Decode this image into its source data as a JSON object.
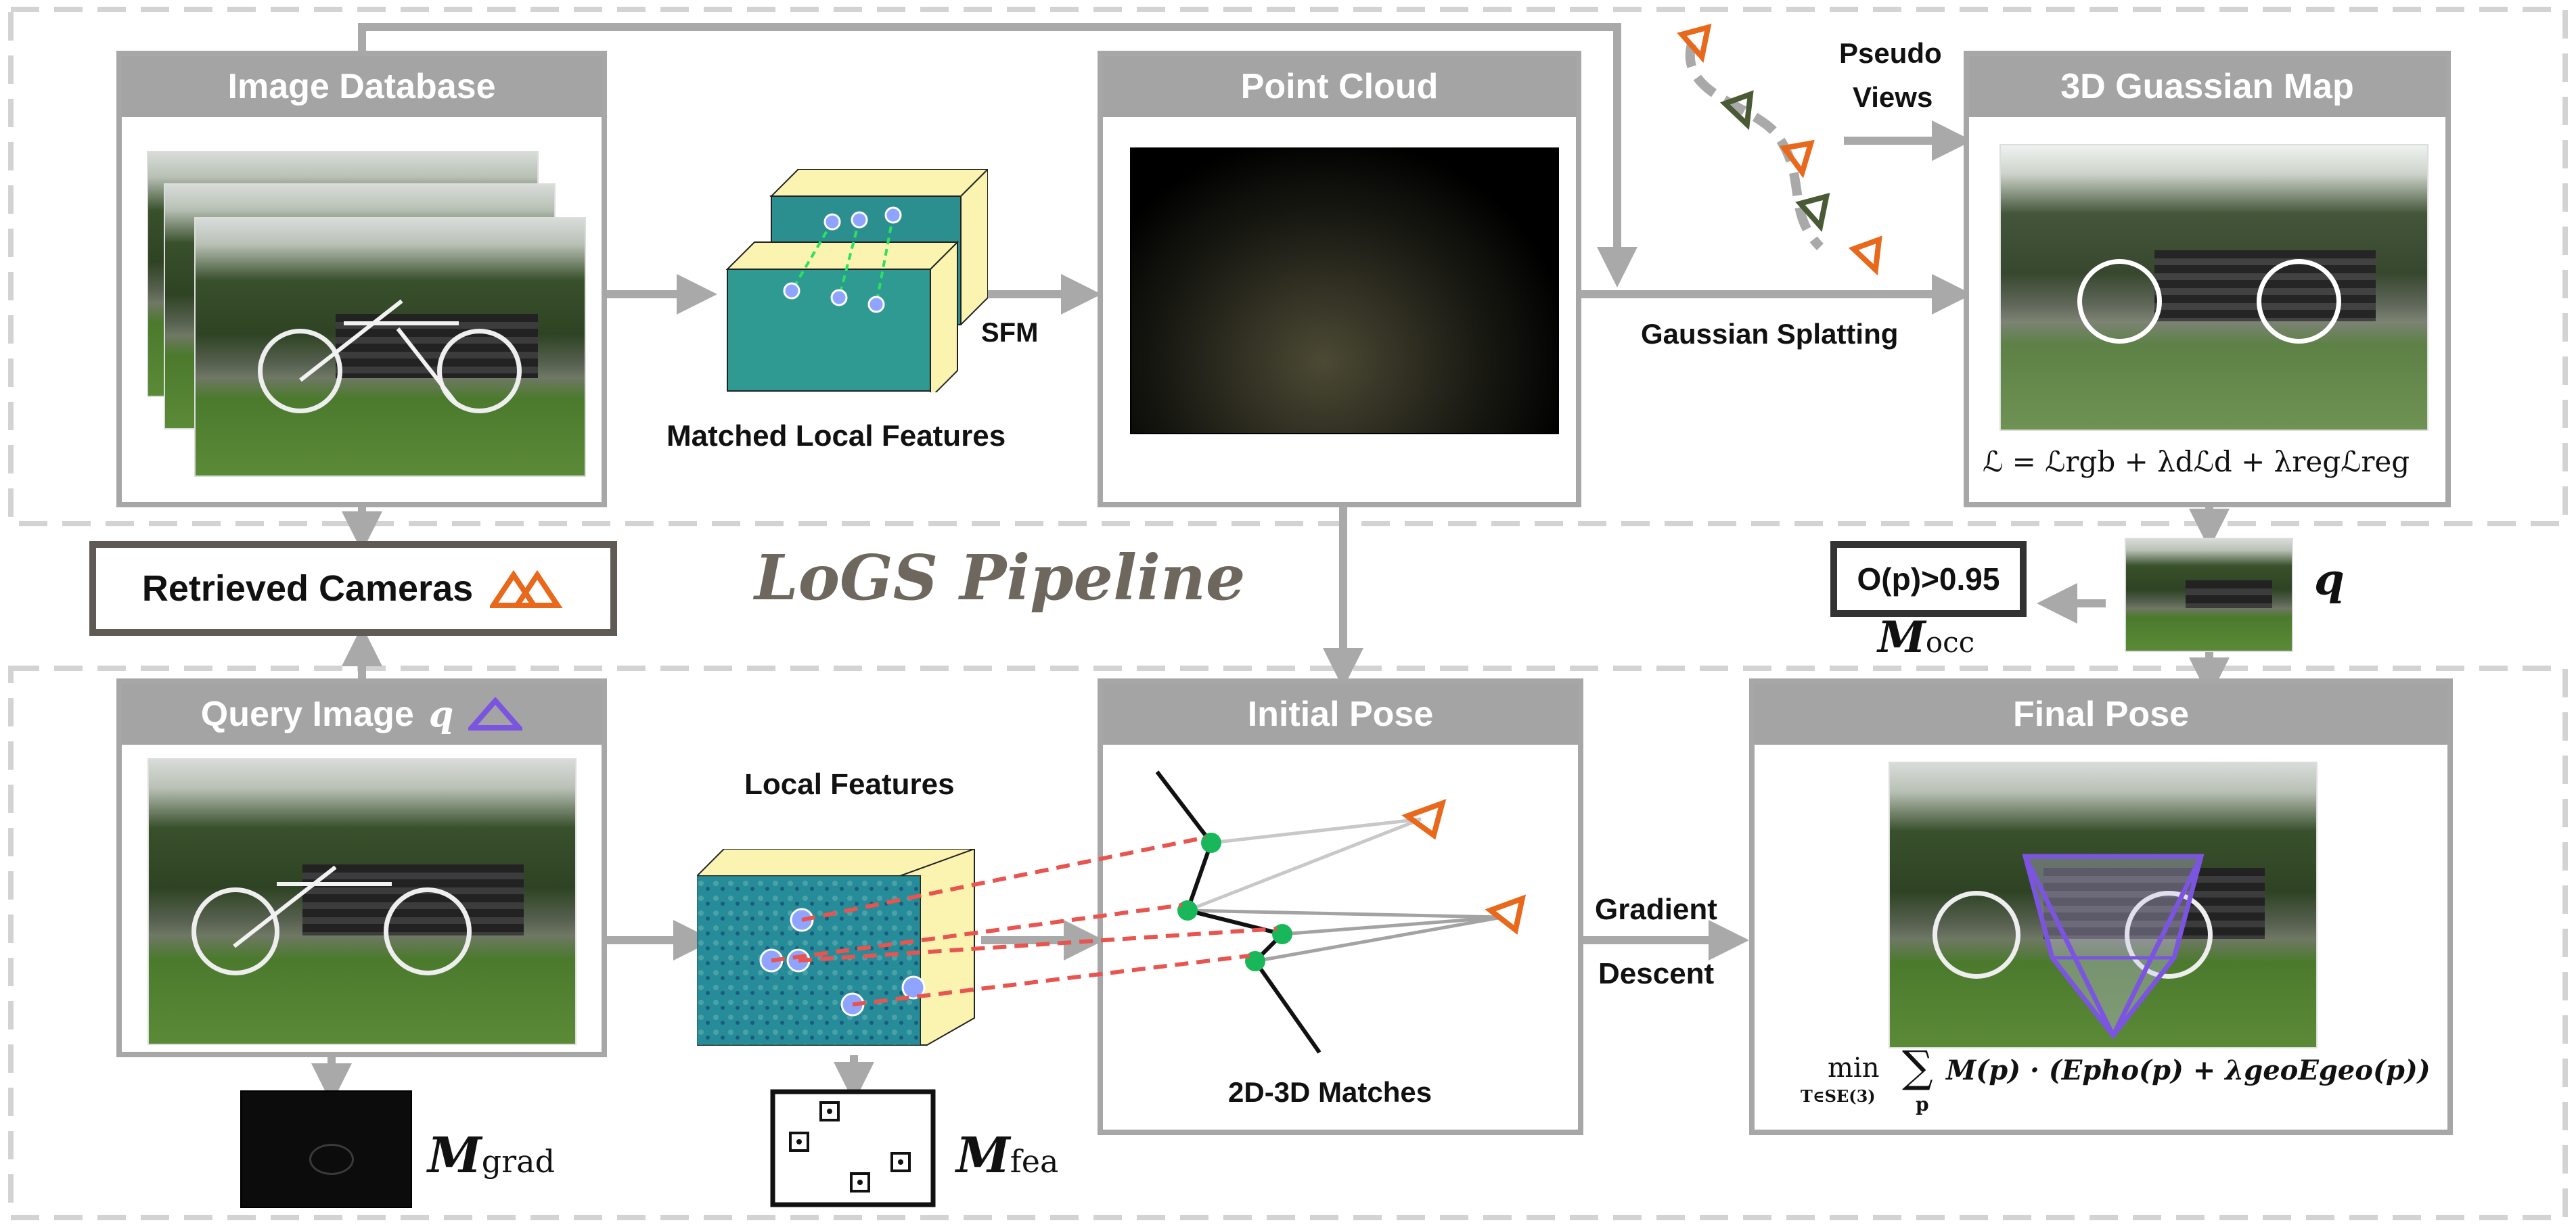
{
  "pipeline_title": "LoGS Pipeline",
  "panels": {
    "image_database": "Image Database",
    "point_cloud": "Point Cloud",
    "gaussian_map": "3D Guassian Map",
    "query_image": "Query Image",
    "initial_pose": "Initial Pose",
    "final_pose": "Final Pose"
  },
  "labels": {
    "matched_local_features": "Matched Local Features",
    "sfm": "SFM",
    "gaussian_splatting": "Gaussian Splatting",
    "pseudo_views_1": "Pseudo",
    "pseudo_views_2": "Views",
    "retrieved_cameras": "Retrieved Cameras",
    "local_features": "Local Features",
    "matches_2d3d": "2D-3D Matches",
    "gradient": "Gradient",
    "descent": "Descent",
    "occ_threshold": "O(p)>0.95",
    "q_symbol": "q",
    "q_symbol_query": "q"
  },
  "math": {
    "loss": "ℒ = ℒrgb + λdℒd + λregℒreg",
    "m_occ": "M",
    "m_occ_sub": "occ",
    "m_grad": "M",
    "m_grad_sub": "grad",
    "m_fea": "M",
    "m_fea_sub": "fea",
    "objective_min": "min",
    "objective_sub": "T∈SE(3)",
    "objective_sum_sub": "p",
    "objective_body": "M(p) · (Epho(p) + λgeoEgeo(p))"
  },
  "colors": {
    "panel_gray": "#a4a4a4",
    "arrow_gray": "#a9a9a9",
    "camera_orange": "#e8681c",
    "camera_olive": "#4a5a35",
    "camera_purple": "#7b55e0",
    "match_red": "#e8544f",
    "point_green": "#18b85a",
    "feature_yellow": "#fbf3b0"
  }
}
